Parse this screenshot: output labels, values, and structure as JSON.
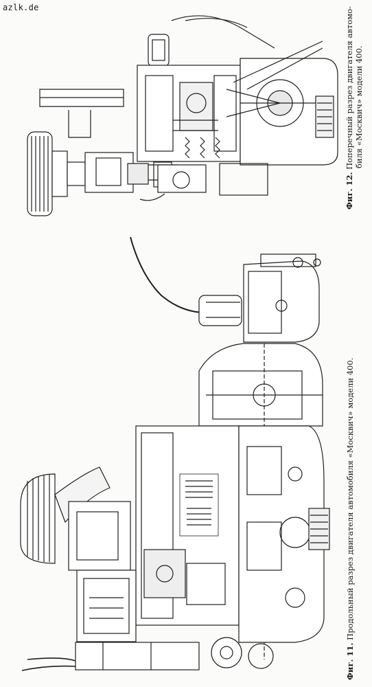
{
  "site": {
    "watermark": "azlk.de"
  },
  "figure12": {
    "label": "Фиг. 12.",
    "caption_line1": "Поперечный разрез двигателя автомо-",
    "caption_line2": "биля «Москвич» модели 400."
  },
  "figure11": {
    "label": "Фиг. 11.",
    "caption": "Продольный разрез двигателя автомобиля «Москвич» модели 400."
  }
}
